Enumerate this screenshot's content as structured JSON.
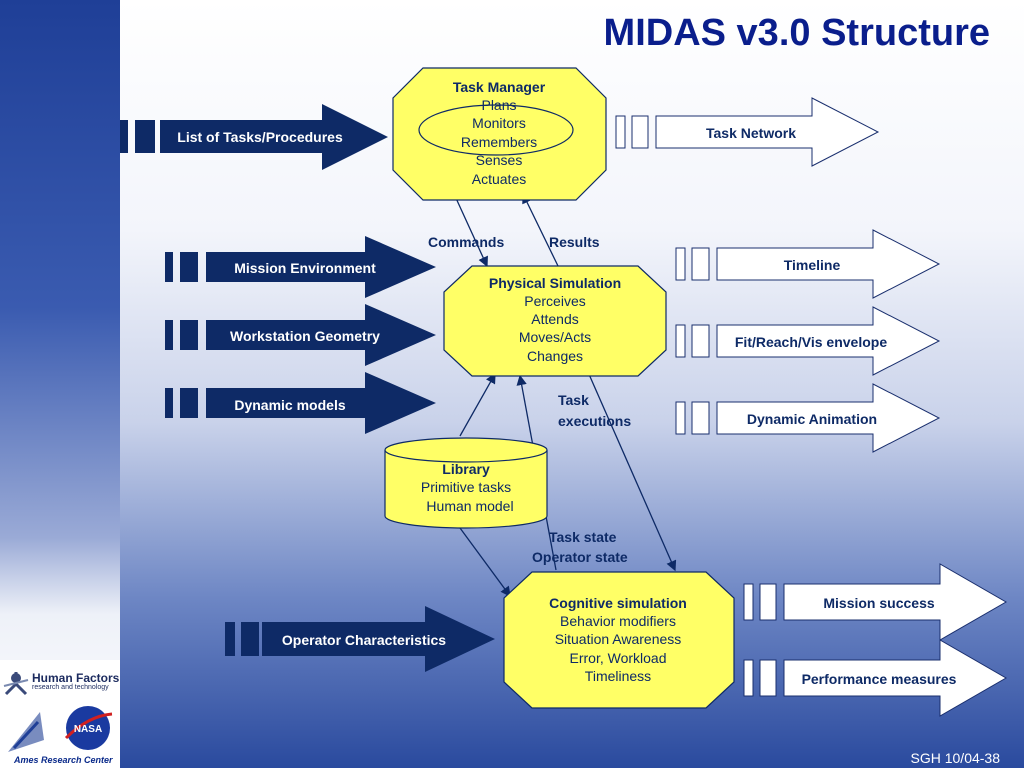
{
  "title": "MIDAS v3.0 Structure",
  "footer": "SGH 10/04-38",
  "logos": {
    "human_factors_title": "Human Factors",
    "human_factors_sub": "research and technology",
    "nasa": "NASA",
    "ames": "Ames Research Center"
  },
  "task_manager": {
    "title": "Task Manager",
    "items": [
      "Plans",
      "Monitors",
      "Remembers",
      "Senses",
      "Actuates"
    ]
  },
  "physical_simulation": {
    "title": "Physical Simulation",
    "items": [
      "Perceives",
      "Attends",
      "Moves/Acts",
      "Changes"
    ]
  },
  "library": {
    "title": "Library",
    "items": [
      "Primitive tasks",
      "Human model"
    ]
  },
  "cognitive_simulation": {
    "title": "Cognitive simulation",
    "items": [
      "Behavior modifiers",
      "Situation Awareness",
      "Error, Workload",
      "Timeliness"
    ]
  },
  "inputs": {
    "list_of_tasks": "List of Tasks/Procedures",
    "mission_environment": "Mission Environment",
    "workstation_geometry": "Workstation Geometry",
    "dynamic_models": "Dynamic models",
    "operator_characteristics": "Operator Characteristics"
  },
  "outputs": {
    "task_network": "Task Network",
    "timeline": "Timeline",
    "fit_reach_vis": "Fit/Reach/Vis envelope",
    "dynamic_animation": "Dynamic Animation",
    "mission_success": "Mission success",
    "performance_measures": "Performance measures"
  },
  "connector_labels": {
    "commands": "Commands",
    "results": "Results",
    "task_executions_1": "Task",
    "task_executions_2": "executions",
    "task_state": "Task state",
    "operator_state": "Operator state"
  },
  "colors": {
    "title": "#0a1e8c",
    "module_fill": "#ffff66",
    "input_arrow": "#0e2a66",
    "output_arrow_fill": "#ffffff"
  }
}
